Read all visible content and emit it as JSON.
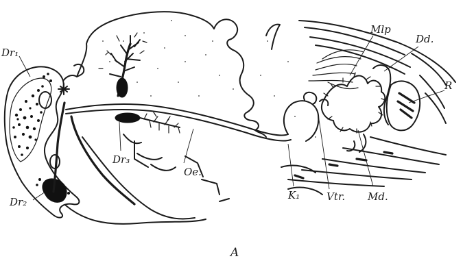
{
  "figure": {
    "caption": "A",
    "labels": {
      "dr1": "Dr₁",
      "dr2": "Dr₂",
      "dr3": "Dr₃",
      "oe": "Oe.",
      "k1": "K₁",
      "vtr": "Vtr.",
      "md": "Md.",
      "mlp": "Mlp",
      "dd": "Dd.",
      "r": "R"
    }
  }
}
